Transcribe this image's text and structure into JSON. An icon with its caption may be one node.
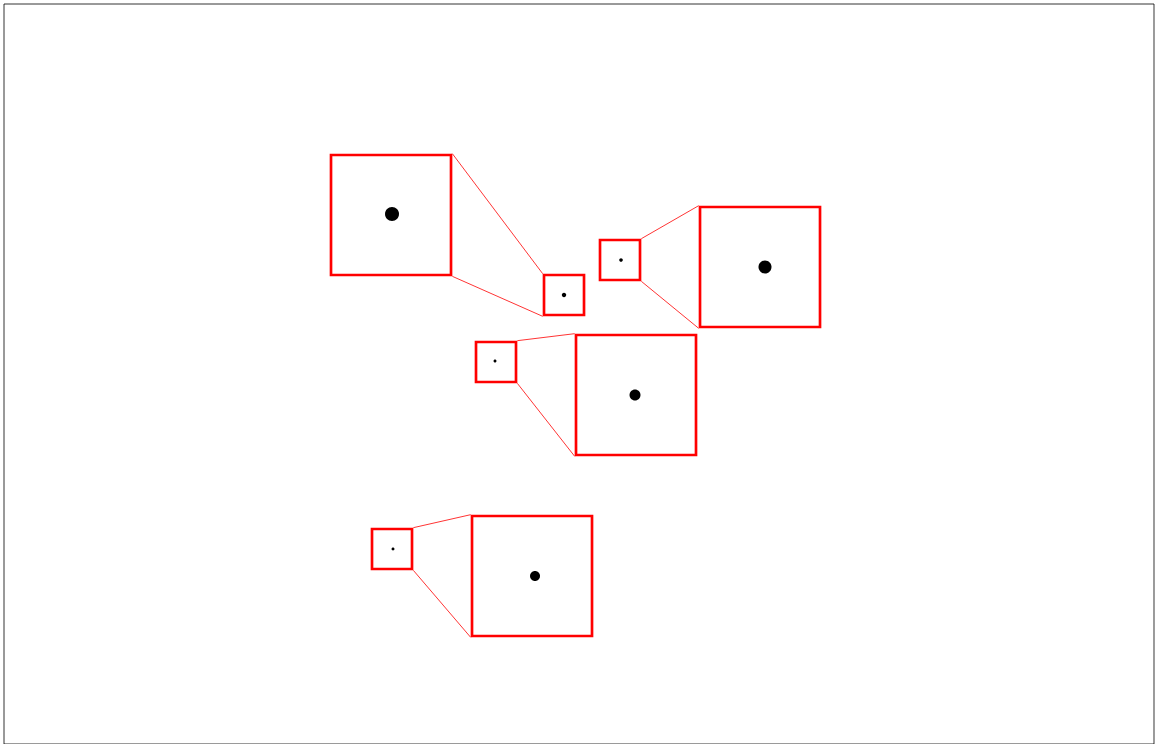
{
  "diagram": {
    "nodes": [
      {
        "text": [],
        "shape": "box"
      },
      {
        "text": [],
        "shape": "box"
      },
      {
        "text": [],
        "shape": "box"
      },
      {
        "text": [],
        "shape": "box"
      },
      {
        "text": [],
        "shape": "box"
      },
      {
        "text": [],
        "shape": "box"
      },
      {
        "text": [],
        "shape": "box"
      },
      {
        "text": [],
        "shape": "box"
      }
    ],
    "edges": [
      {
        "from": 1,
        "to": 0,
        "arrow": "none"
      },
      {
        "from": 1,
        "to": 0,
        "arrow": "none"
      },
      {
        "from": 2,
        "to": 3,
        "arrow": "none"
      },
      {
        "from": 2,
        "to": 3,
        "arrow": "none"
      },
      {
        "from": 4,
        "to": 5,
        "arrow": "none"
      },
      {
        "from": 4,
        "to": 5,
        "arrow": "none"
      },
      {
        "from": 6,
        "to": 7,
        "arrow": "none"
      },
      {
        "from": 6,
        "to": 7,
        "arrow": "none"
      }
    ]
  }
}
